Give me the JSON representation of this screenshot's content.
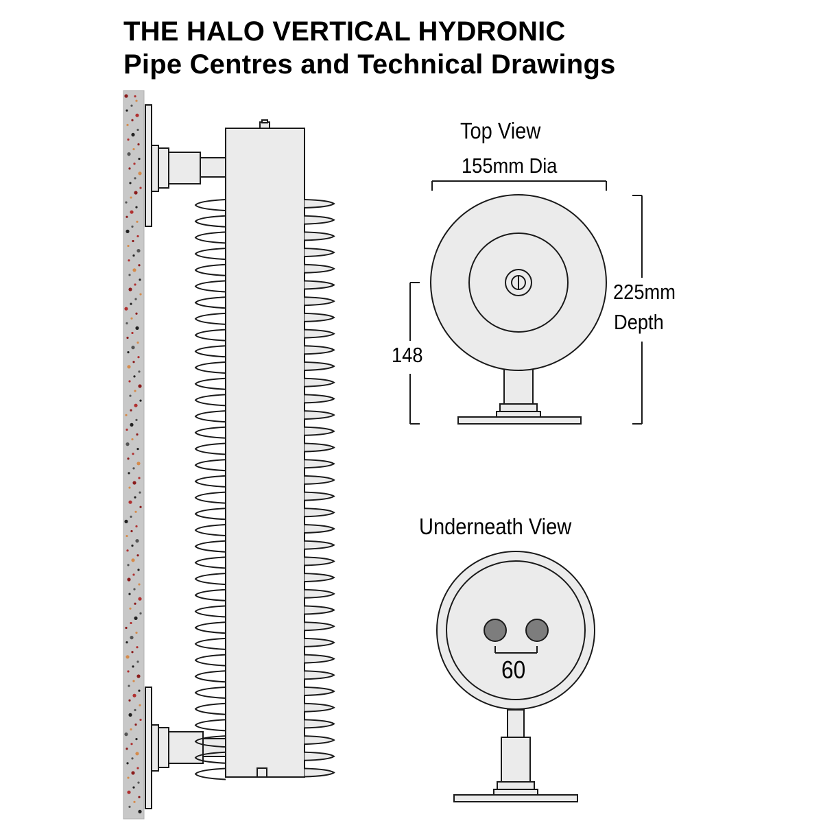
{
  "title": {
    "line1": "THE HALO VERTICAL HYDRONIC",
    "line2": "Pipe Centres and Technical Drawings"
  },
  "top_view": {
    "heading": "Top View",
    "diameter_label": "155mm Dia",
    "depth_value": "225mm",
    "depth_word": "Depth",
    "height_label": "148"
  },
  "underneath_view": {
    "heading": "Underneath View",
    "pipe_centres_label": "60"
  },
  "colors": {
    "fill": "#ebebeb",
    "outline": "#1a1a1a",
    "wall": "#c8c8c8",
    "pipe_hole": "#7d7d7d"
  }
}
